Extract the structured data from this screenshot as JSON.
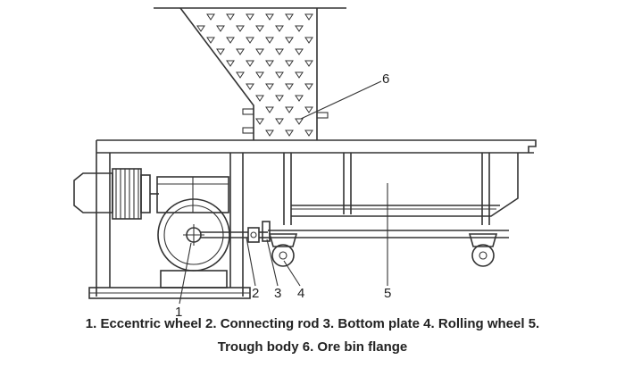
{
  "callouts": {
    "n1": "1",
    "n2": "2",
    "n3": "3",
    "n4": "4",
    "n5": "5",
    "n6": "6"
  },
  "caption": {
    "line1": "1. Eccentric wheel  2. Connecting rod  3. Bottom plate  4. Rolling wheel 5.",
    "line2": "Trough body  6. Ore bin flange"
  }
}
